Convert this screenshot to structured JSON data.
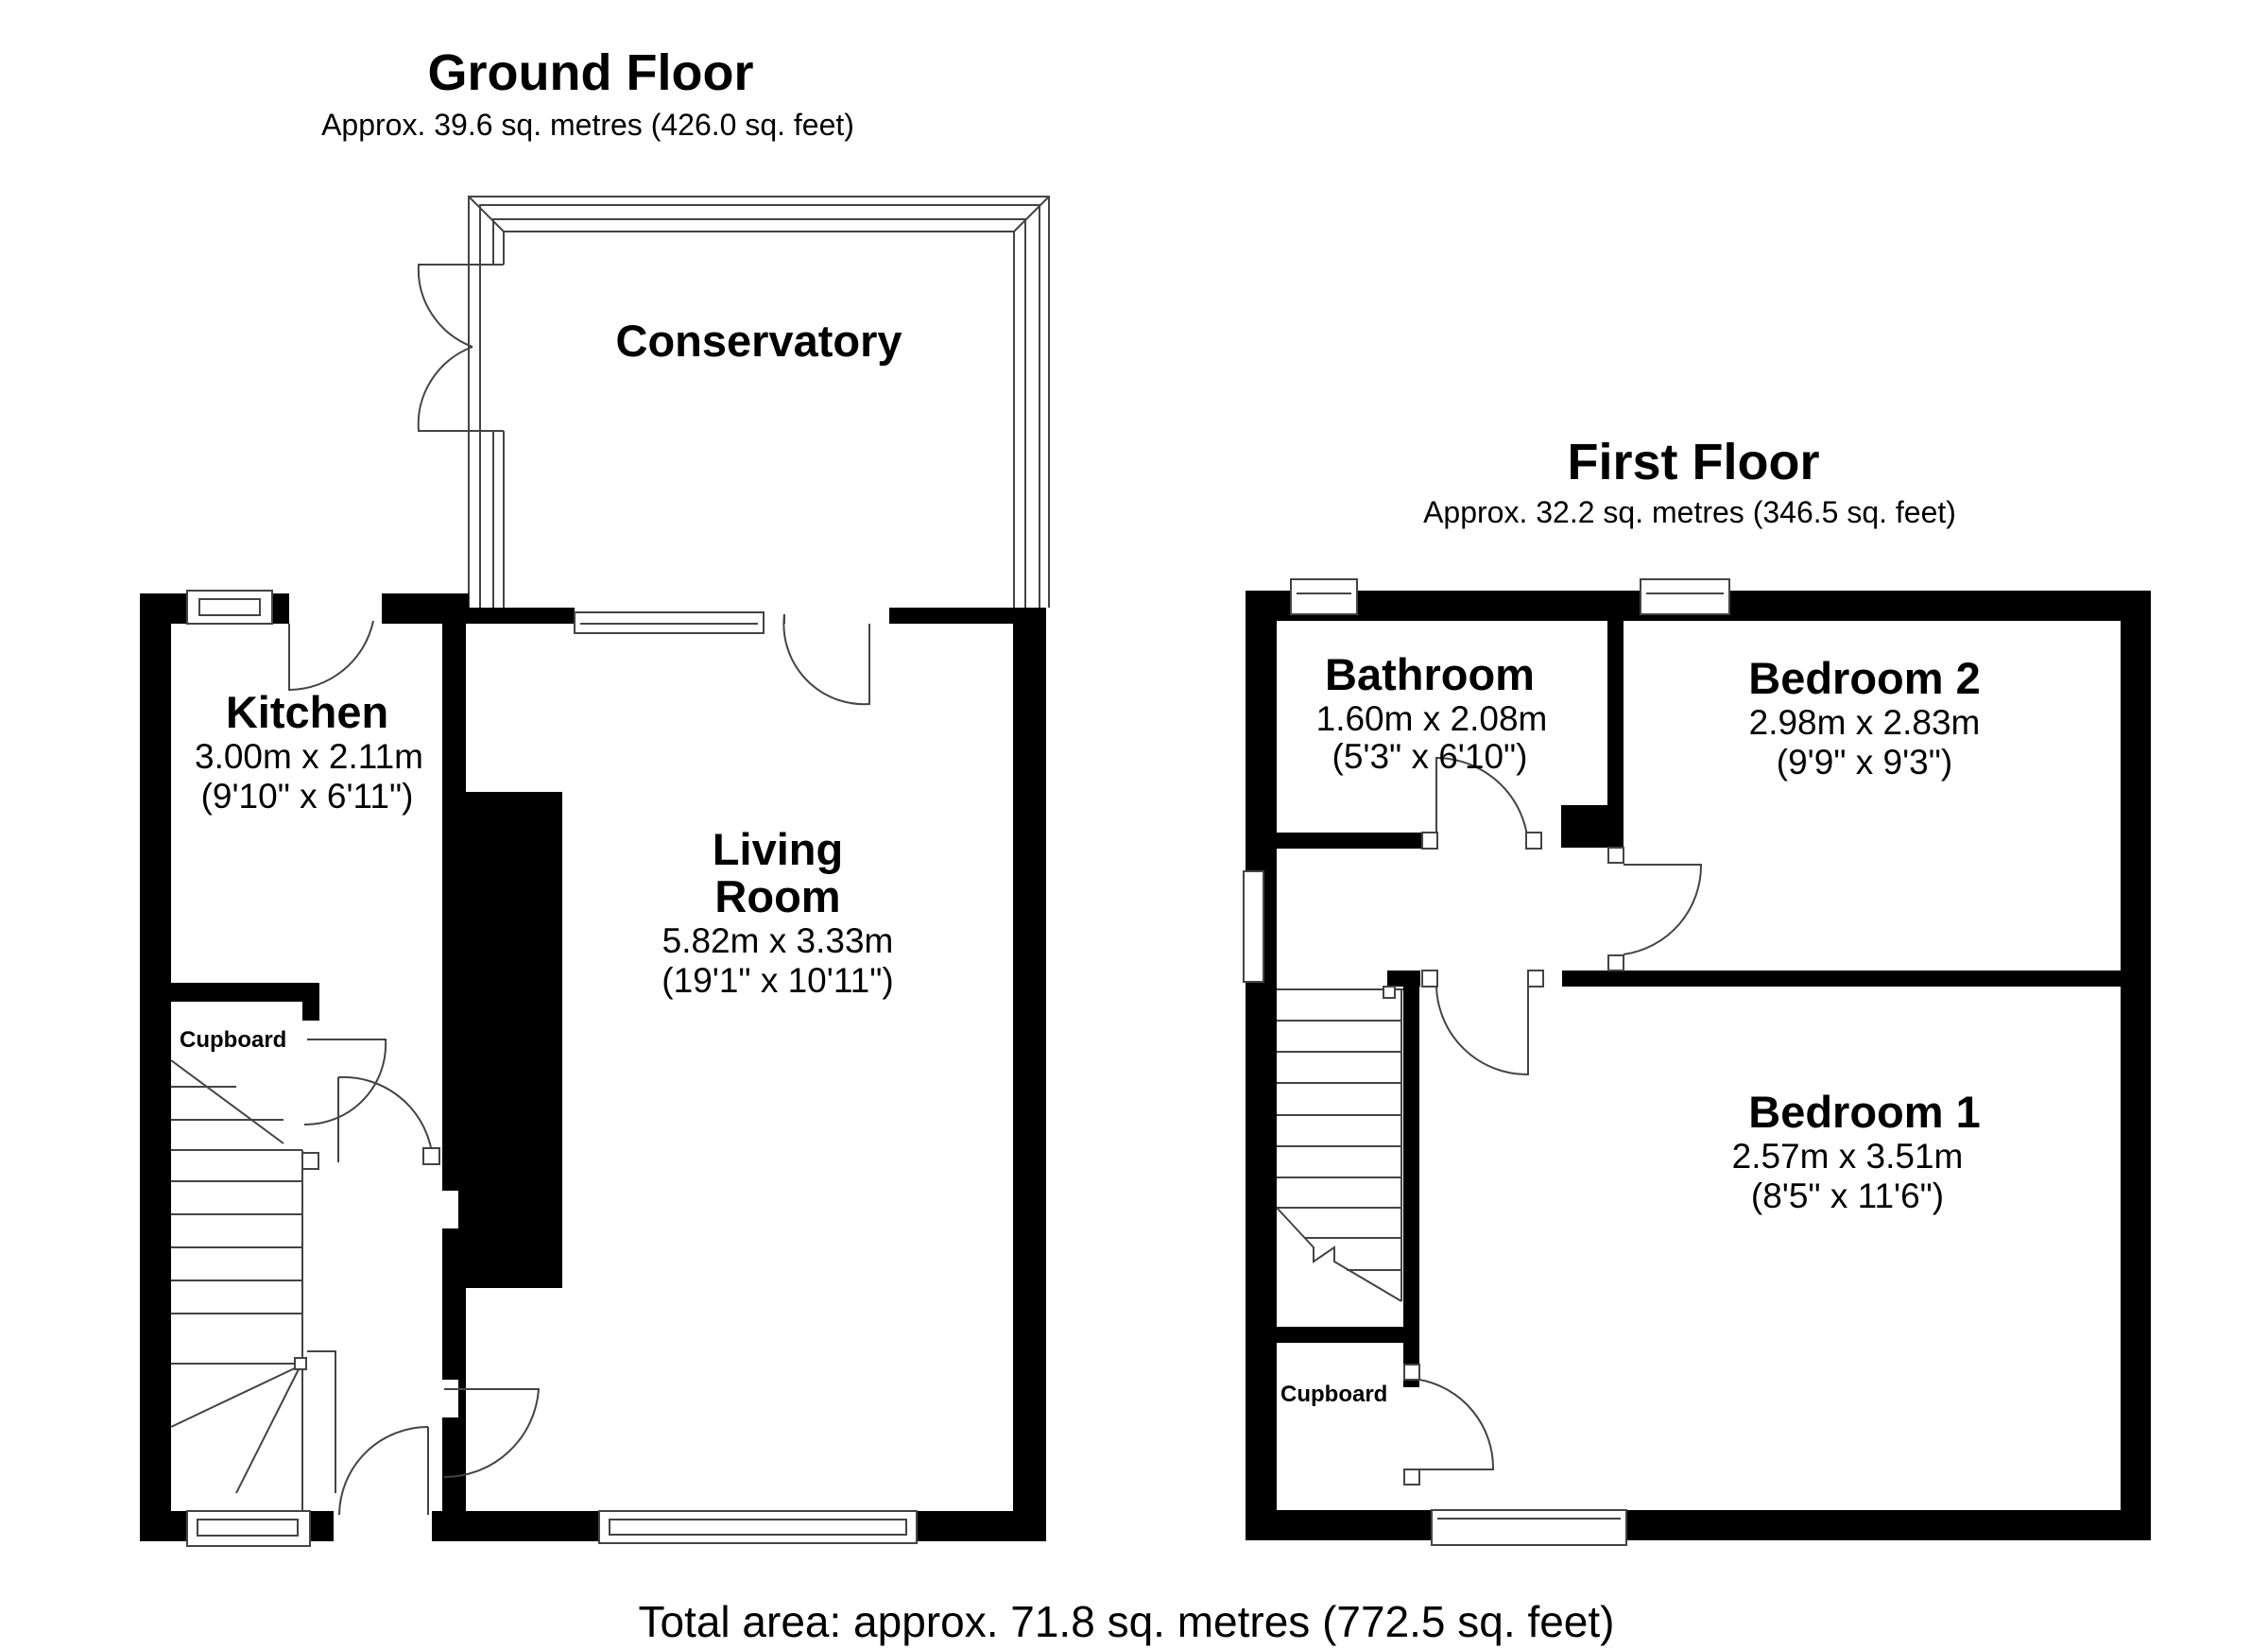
{
  "ground_floor": {
    "title": "Ground Floor",
    "area": "Approx. 39.6 sq. metres (426.0 sq. feet)",
    "rooms": {
      "conservatory": {
        "name": "Conservatory"
      },
      "kitchen": {
        "name": "Kitchen",
        "metric": "3.00m x 2.11m",
        "imperial": "(9'10\" x 6'11\")"
      },
      "living_room": {
        "name_line1": "Living",
        "name_line2": "Room",
        "metric": "5.82m x 3.33m",
        "imperial": "(19'1\" x 10'11\")"
      },
      "cupboard": {
        "name": "Cupboard"
      }
    }
  },
  "first_floor": {
    "title": "First Floor",
    "area": "Approx. 32.2 sq. metres (346.5 sq. feet)",
    "rooms": {
      "bathroom": {
        "name": "Bathroom",
        "metric": "1.60m x 2.08m",
        "imperial": "(5'3\" x 6'10\")"
      },
      "bedroom2": {
        "name": "Bedroom 2",
        "metric": "2.98m x 2.83m",
        "imperial": "(9'9\" x 9'3\")"
      },
      "bedroom1": {
        "name": "Bedroom 1",
        "metric": "2.57m x 3.51m",
        "imperial": "(8'5\" x 11'6\")"
      },
      "cupboard": {
        "name": "Cupboard"
      }
    }
  },
  "total": "Total area: approx. 71.8 sq. metres (772.5 sq. feet)",
  "colors": {
    "wall": "#000000",
    "line": "#444444",
    "background": "#ffffff"
  }
}
